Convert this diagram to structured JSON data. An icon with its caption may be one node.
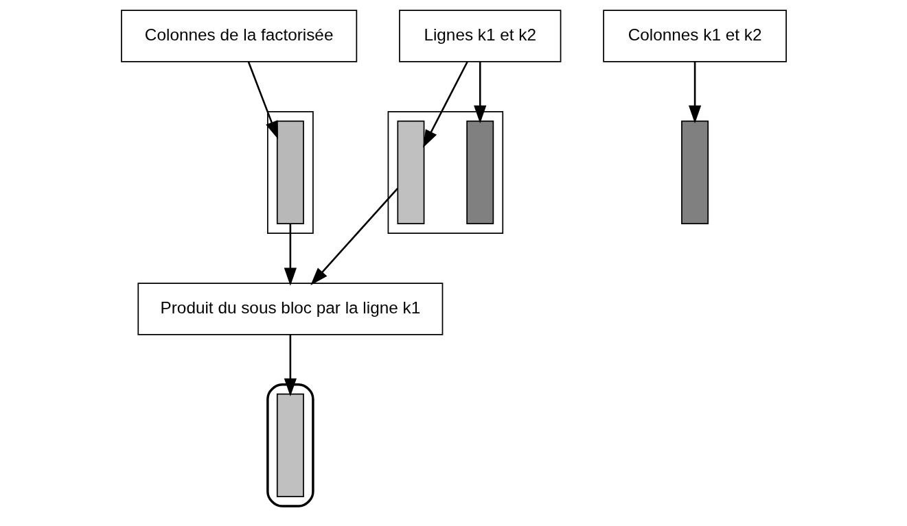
{
  "diagram": {
    "nodes": [
      {
        "text": [],
        "shape": "box"
      },
      {
        "text": [],
        "shape": "bar",
        "in": 0
      },
      {
        "text": [],
        "shape": "bar",
        "in": 0
      },
      {
        "text": [],
        "shape": "box"
      },
      {
        "text": [],
        "shape": "bar",
        "in": 3
      },
      {
        "text": [],
        "shape": "triangle"
      },
      {
        "text": [],
        "shape": "bar",
        "in": 5
      },
      {
        "text": [],
        "shape": "bar"
      },
      {
        "text": [
          "Lignes k1 et k2"
        ]
      },
      {
        "text": [
          "Produit du sous bloc par la ligne k1"
        ]
      },
      {
        "text": [
          "Colonnes de la factorisée"
        ]
      },
      {
        "text": [
          "Colonnes k1 et k2"
        ]
      }
    ],
    "edges": [
      {
        "from": 8,
        "to": 1,
        "arrow": "to"
      },
      {
        "from": 8,
        "to": 2,
        "arrow": "to"
      },
      {
        "from": 1,
        "to": 9,
        "arrow": "to"
      },
      {
        "from": 4,
        "to": 9,
        "arrow": "to"
      },
      {
        "from": 9,
        "to": 6,
        "arrow": "to"
      },
      {
        "from": 11,
        "to": 7,
        "arrow": "to"
      },
      {
        "from": 10,
        "to": 4,
        "arrow": "to"
      }
    ]
  }
}
